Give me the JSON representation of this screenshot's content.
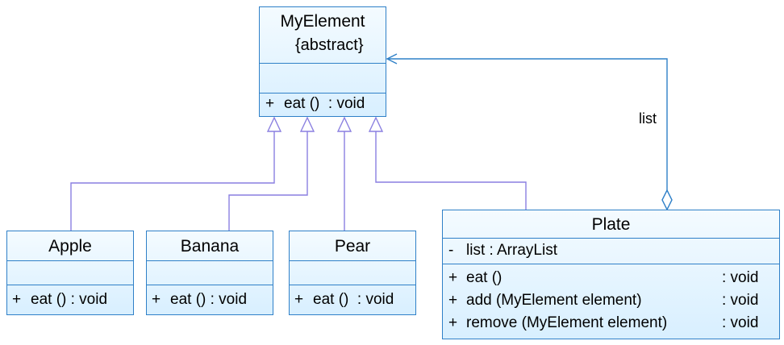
{
  "diagram": {
    "abstract_class": {
      "name": "MyElement",
      "stereotype": "{abstract}",
      "operations": [
        {
          "vis": "+",
          "text": "eat ()  : void"
        }
      ]
    },
    "subclasses": [
      {
        "name": "Apple",
        "operations": [
          {
            "vis": "+",
            "text": "eat () : void"
          }
        ]
      },
      {
        "name": "Banana",
        "operations": [
          {
            "vis": "+",
            "text": "eat () : void"
          }
        ]
      },
      {
        "name": "Pear",
        "operations": [
          {
            "vis": "+",
            "text": "eat ()  : void"
          }
        ]
      }
    ],
    "plate": {
      "name": "Plate",
      "attributes": [
        {
          "vis": "-",
          "text": "list : ArrayList"
        }
      ],
      "operations": [
        {
          "vis": "+",
          "text": "eat ()",
          "ret": ": void"
        },
        {
          "vis": "+",
          "text": "add (MyElement element)",
          "ret": ": void"
        },
        {
          "vis": "+",
          "text": "remove (MyElement element)",
          "ret": ": void"
        }
      ]
    },
    "association_label": "list",
    "colors": {
      "border": "#2f80c8",
      "inherit_line": "#8a7fe0",
      "assoc_line": "#2f80c8"
    }
  }
}
